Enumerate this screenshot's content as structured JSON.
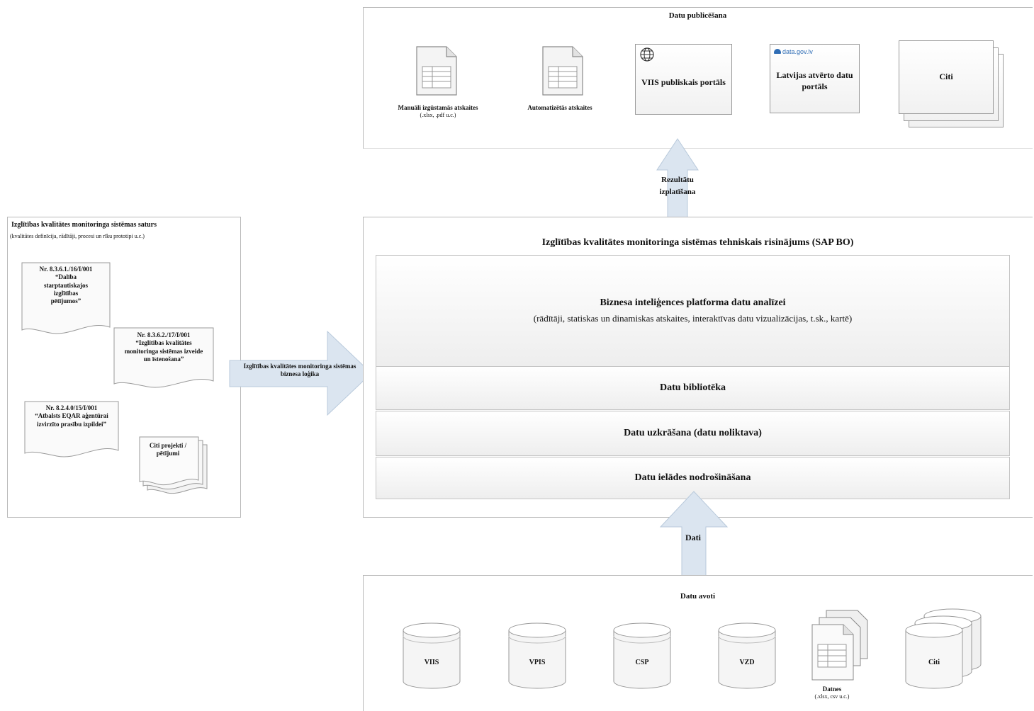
{
  "publish": {
    "title": "Datu publicēšana",
    "items": [
      {
        "line1": "Manuāli izgūstamās atskaites",
        "line2": "(.xlsx, .pdf u.c.)"
      },
      {
        "line1": "Automatizētās atskaites"
      },
      {
        "label": "VIIS publiskais portāls",
        "icon": "globe-icon"
      },
      {
        "label": "Latvijas atvērto datu portāls",
        "logo": "data.gov.lv"
      },
      {
        "label": "Citi"
      }
    ]
  },
  "arrows": {
    "results": "Rezultātu izplatīšana",
    "data": "Dati",
    "logic": "Izglītības kvalitātes monitoringa sistēmas biznesa loģika"
  },
  "content": {
    "title": "Izglītības kvalitātes monitoringa sistēmas saturs",
    "subtitle": "(kvalitātes definīcija, rādītāji, procesi un rīku prototipi u.c.)",
    "docs": [
      {
        "code": "Nr. 8.3.6.1./16/I/001",
        "text": "“Dalība starptautiskajos izglītības pētījumos”"
      },
      {
        "code": "Nr. 8.3.6.2./17/I/001",
        "text": "“Izglītības kvalitātes monitoringa sistēmas izveide un īstenošana”"
      },
      {
        "code": "Nr. 8.2.4.0/15/I/001",
        "text": "“Atbalsts EQAR aģentūrai izvirzīto prasību izpildei”"
      },
      {
        "text": "Citi projekti / pētījumi"
      }
    ]
  },
  "system": {
    "title": "Izglītības kvalitātes monitoringa sistēmas tehniskais risinājums (SAP BO)",
    "layers": [
      {
        "title": "Biznesa inteliģences platforma datu analīzei",
        "sub": "(rādītāji, statiskas un dinamiskas atskaites, interaktīvas datu vizualizācijas, t.sk., kartē)"
      },
      {
        "title": "Datu bibliotēka"
      },
      {
        "title": "Datu uzkrāšana (datu noliktava)"
      },
      {
        "title": "Datu ielādes nodrošināšana"
      }
    ]
  },
  "sources": {
    "title": "Datu avoti",
    "items": [
      {
        "label": "VIIS"
      },
      {
        "label": "VPIS"
      },
      {
        "label": "CSP"
      },
      {
        "label": "VZD"
      },
      {
        "label": "Datnes",
        "sub": "(.xlsx, csv u.c.)"
      },
      {
        "label": "Citi"
      }
    ]
  }
}
